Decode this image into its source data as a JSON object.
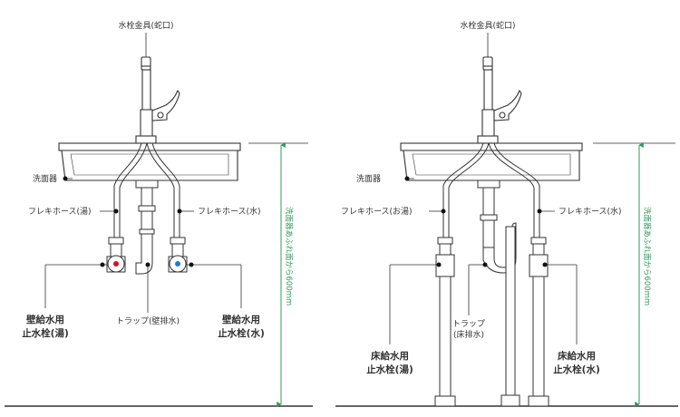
{
  "colors": {
    "line": "#333333",
    "pipe_fill": "#ffffff",
    "dim_line": "#2f9a58",
    "hot": "#d0112b",
    "cold": "#1f7ad8",
    "floor": "#333333"
  },
  "left_diagram": {
    "faucet_label": "水栓金具(蛇口)",
    "basin_label": "洗面器",
    "hose_left_label": "フレキホース(湯)",
    "hose_right_label": "フレキホース(水)",
    "trap_label": "トラップ(壁排水)",
    "valve_left_label_1": "壁給水用",
    "valve_left_label_2": "止水栓(湯)",
    "valve_right_label_1": "壁給水用",
    "valve_right_label_2": "止水栓(水)",
    "height_label": "洗面器あふれ面から600mm"
  },
  "right_diagram": {
    "faucet_label": "水栓金具(蛇口)",
    "basin_label": "洗面器",
    "hose_left_label": "フレキホース(お湯)",
    "hose_right_label": "フレキホース(水)",
    "trap_label_1": "トラップ",
    "trap_label_2": "(床排水)",
    "valve_left_label_1": "床給水用",
    "valve_left_label_2": "止水栓(湯)",
    "valve_right_label_1": "床給水用",
    "valve_right_label_2": "止水栓(水)",
    "height_label": "洗面器あふれ面から600mm"
  }
}
